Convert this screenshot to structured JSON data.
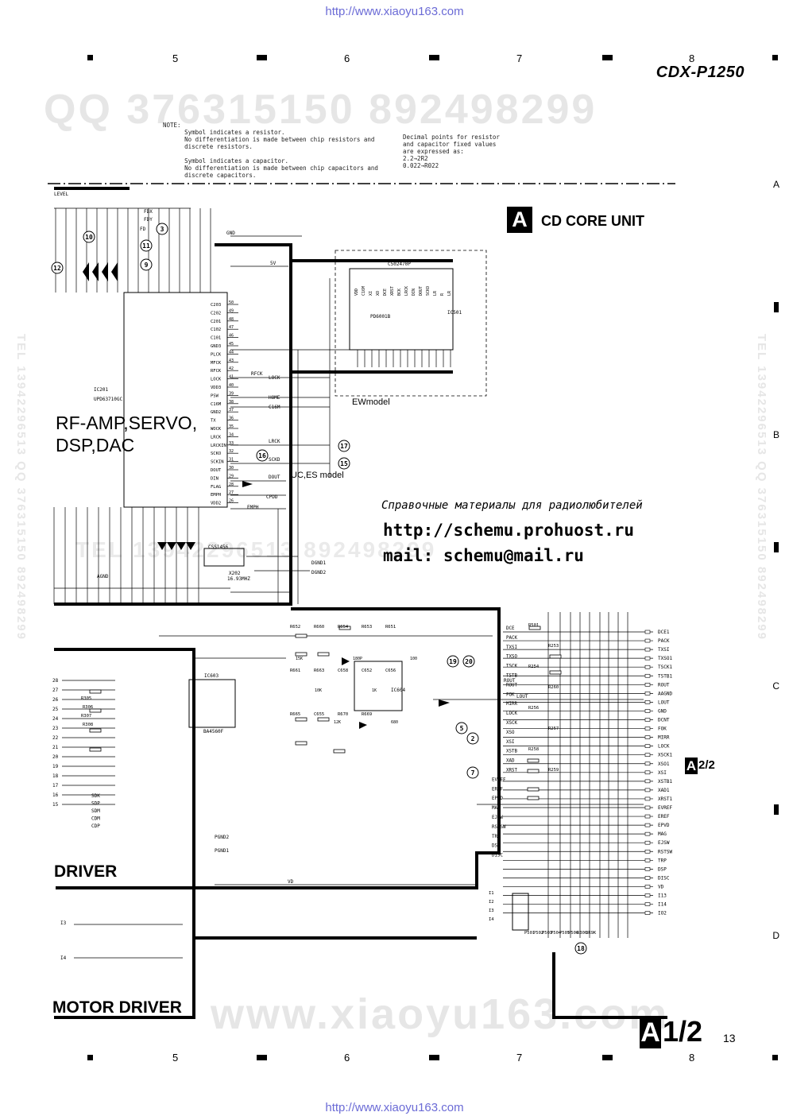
{
  "header": {
    "url_top": "http://www.xiaoyu163.com",
    "url_bottom": "http://www.xiaoyu163.com",
    "model": "CDX-P1250",
    "columns": [
      "5",
      "6",
      "7",
      "8"
    ],
    "rows": [
      "A",
      "B",
      "C",
      "D"
    ],
    "page_number": "13"
  },
  "watermarks": {
    "top": "QQ 376315150  892498299",
    "middle": "TEL 13942296513  892498299",
    "bottom": "www.xiaoyu163.com",
    "side_left": "TEL 13942296513  QQ 376315150  892498299",
    "side_right": "TEL 13942296513  QQ 376315150  892498299"
  },
  "notes": {
    "left": "NOTE:\n      Symbol indicates a resistor.\n      No differentiation is made between chip resistors and\n      discrete resistors.\n\n      Symbol indicates a capacitor.\n      No differentiation is made between chip capacitors and\n      discrete capacitors.",
    "right": "Decimal points for resistor\nand capacitor fixed values\nare expressed as:\n2.2→2R2\n0.022→R022"
  },
  "unit": {
    "badge": "A",
    "title": "CD CORE UNIT",
    "sheet_badge": "A",
    "sheet_fraction": "1/2",
    "conn_badge": "A",
    "conn_fraction": "2/2"
  },
  "blocks": {
    "rf_amp": "RF-AMP,SERVO,\nDSP,DAC",
    "driver": "DRIVER",
    "motor_driver": "MOTOR DRIVER",
    "ew_model": "EWmodel",
    "uc_es_model": "UC,ES model"
  },
  "ads": {
    "russian": "Справочные материалы для радиолюбителей",
    "site": "http://schemu.prohuost.ru",
    "mail": "mail: schemu@mail.ru"
  },
  "components": {
    "ic201": "IC201",
    "ic201_part": "UPD63710GC",
    "ic603": "IC603",
    "ic603_part": "BA4560F",
    "ic604": "IC604",
    "ic501": "IC501",
    "ic501_part": "PD6001B",
    "x202": "X202",
    "x202_freq": "16.93MHZ",
    "css": "CSS1456",
    "c502": "C502470P"
  },
  "nets": {
    "gnd": "GND",
    "five_v": "5V",
    "vd": "VD",
    "lock": "LOCK",
    "home": "HOME",
    "c16m": "C16M",
    "lrck": "LRCK",
    "sckd": "SCKD",
    "dout": "DOUT",
    "cpdd": "CPDD",
    "emph": "EMPH",
    "dgnd1": "DGND1",
    "dgnd2": "DGND2",
    "agnd": "AGND",
    "pgnd1": "PGND1",
    "pgnd2": "PGND2",
    "rfck": "RFCK",
    "level": "LEVEL",
    "lout": "LOUT",
    "rout": "ROUT",
    "i3": "I3",
    "i4": "I4",
    "fdx": "FDX",
    "fdy": "FDY",
    "fd": "FD"
  },
  "circled_numbers": [
    "3",
    "9",
    "10",
    "11",
    "12",
    "15",
    "16",
    "17",
    "18",
    "19",
    "20",
    "2",
    "5",
    "7"
  ],
  "connector_pins": [
    "DCE1",
    "PACK",
    "TXSI",
    "TXSO1",
    "TSCK1",
    "TSTB1",
    "ROUT",
    "AAGND",
    "LOUT",
    "GND",
    "DCNT",
    "FOK",
    "MIRR",
    "LOCK",
    "XSCK1",
    "XSO1",
    "XSI",
    "XSTB1",
    "XAD1",
    "XRST1",
    "EVREF",
    "EREF",
    "EPVD",
    "MAG",
    "EJSW",
    "RSTSW",
    "TRP",
    "DSP",
    "DISC",
    "VD",
    "I13",
    "I14",
    "IO2"
  ],
  "ic201_pins_right": [
    "C203",
    "C202",
    "C201",
    "C102",
    "C101",
    "GND3",
    "PLCK",
    "MFCK",
    "RFCK",
    "LOCK",
    "VDD3",
    "PSW",
    "C16M",
    "GND2",
    "TX",
    "WOCK",
    "LRCK",
    "LRCKIN",
    "SCKO",
    "SCKIN",
    "DOUT",
    "DIN",
    "FLAG",
    "EMPH",
    "VDD2"
  ],
  "ic201_pin_numbers": [
    "50",
    "49",
    "48",
    "47",
    "46",
    "45",
    "44",
    "43",
    "42",
    "41",
    "40",
    "39",
    "38",
    "37",
    "36",
    "35",
    "34",
    "33",
    "32",
    "31",
    "30",
    "29",
    "28",
    "27",
    "26"
  ],
  "ic501_pins": [
    "VDD",
    "C16M",
    "XI",
    "XO",
    "DCE",
    "XRST",
    "BCK",
    "LRCK",
    "DIN",
    "DOUT",
    "SCKO",
    "LR",
    "R",
    "LR"
  ],
  "driver_pins": [
    "28",
    "27",
    "26",
    "25",
    "24",
    "23",
    "22",
    "21",
    "20",
    "19",
    "18",
    "17",
    "16",
    "15"
  ],
  "driver_signals": [
    "SDK",
    "SDP",
    "SDM",
    "CDM",
    "CDP"
  ],
  "driver_refs": [
    "R305",
    "R306",
    "R307",
    "R308"
  ],
  "opamp_refs": [
    "R652",
    "R660",
    "R654",
    "R653",
    "R651",
    "R661",
    "R663",
    "C658",
    "C652",
    "C656",
    "R665",
    "C655",
    "R670",
    "R669"
  ],
  "mid_values": [
    "15K",
    "10K",
    "12K",
    "180P",
    "1K",
    "680",
    "100"
  ],
  "right_refs": [
    "R501",
    "R253",
    "R254",
    "R260",
    "R256",
    "R257",
    "R258",
    "R259"
  ],
  "right_signals": [
    "DCE",
    "PACK",
    "TXSI",
    "TXSO",
    "TSCK",
    "TSTB",
    "ROUT",
    "FOK",
    "MIRR",
    "LOCK",
    "XSCK",
    "XSO",
    "XSI",
    "XSTB",
    "XAD",
    "XRST",
    "EVREF",
    "EREF",
    "EPVD",
    "MAG",
    "EJSW",
    "RSTSW",
    "TRP",
    "DSP",
    "DISC"
  ],
  "bottom_refs": [
    "I1",
    "I2",
    "I3",
    "I4",
    "P501",
    "P502",
    "P503",
    "P504",
    "P505",
    "P506",
    "R306",
    "3R9K"
  ]
}
